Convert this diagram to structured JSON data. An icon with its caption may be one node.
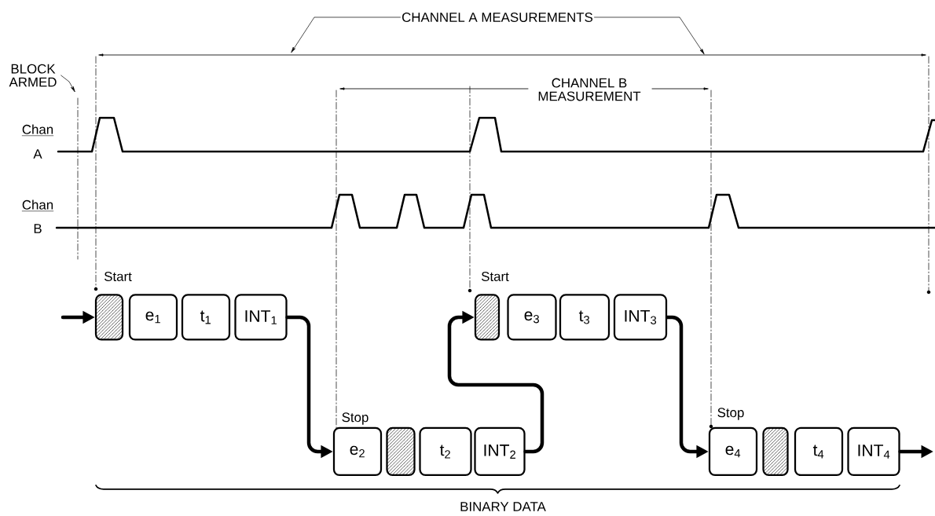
{
  "diagram": {
    "nodes": [
      {
        "text": [
          "CHANNEL A MEASUREMENTS"
        ]
      },
      {
        "text": [
          "BLOCK ARMED"
        ]
      },
      {
        "text": [],
        "shape": "box"
      },
      {
        "text": [
          "e$_{1}$"
        ]
      },
      {
        "text": [
          "t$_{1}$"
        ]
      },
      {
        "text": [
          "INT$_{1}$"
        ]
      },
      {
        "text": [],
        "shape": "box"
      },
      {
        "text": [
          "e$_{3}$"
        ]
      },
      {
        "text": [
          "t$_{3}$"
        ]
      },
      {
        "text": [
          "INT$_{3}$"
        ]
      },
      {
        "text": [
          "e$_{2}$"
        ]
      },
      {
        "text": [],
        "shape": "box"
      },
      {
        "text": [
          "t$_{2}$"
        ]
      },
      {
        "text": [
          "INT$_{2}$"
        ]
      },
      {
        "text": [
          "e$_{4}$"
        ]
      },
      {
        "text": [],
        "shape": "box"
      },
      {
        "text": [
          "t$_{4}$"
        ]
      },
      {
        "text": [
          "INT$_{4}$"
        ]
      }
    ],
    "edges": [
      {
        "from": 0,
        "to": null,
        "arrow": "to"
      },
      {
        "from": 0,
        "to": null,
        "arrow": "to"
      },
      {
        "from": 1,
        "to": null,
        "arrow": "to"
      },
      {
        "from": null,
        "to": 2,
        "arrow": "to"
      },
      {
        "from": 5,
        "to": 10,
        "arrow": "to"
      },
      {
        "from": 13,
        "to": 6,
        "arrow": "to"
      },
      {
        "from": 9,
        "to": 14,
        "arrow": "to"
      },
      {
        "from": 17,
        "to": null,
        "arrow": "to"
      }
    ],
    "labels": [
      "CHANNEL B MEASUREMENT",
      "Chan",
      "A",
      "Chan",
      "B",
      "Start",
      "Start",
      "Stop",
      "Stop",
      "BINARY DATA"
    ]
  }
}
